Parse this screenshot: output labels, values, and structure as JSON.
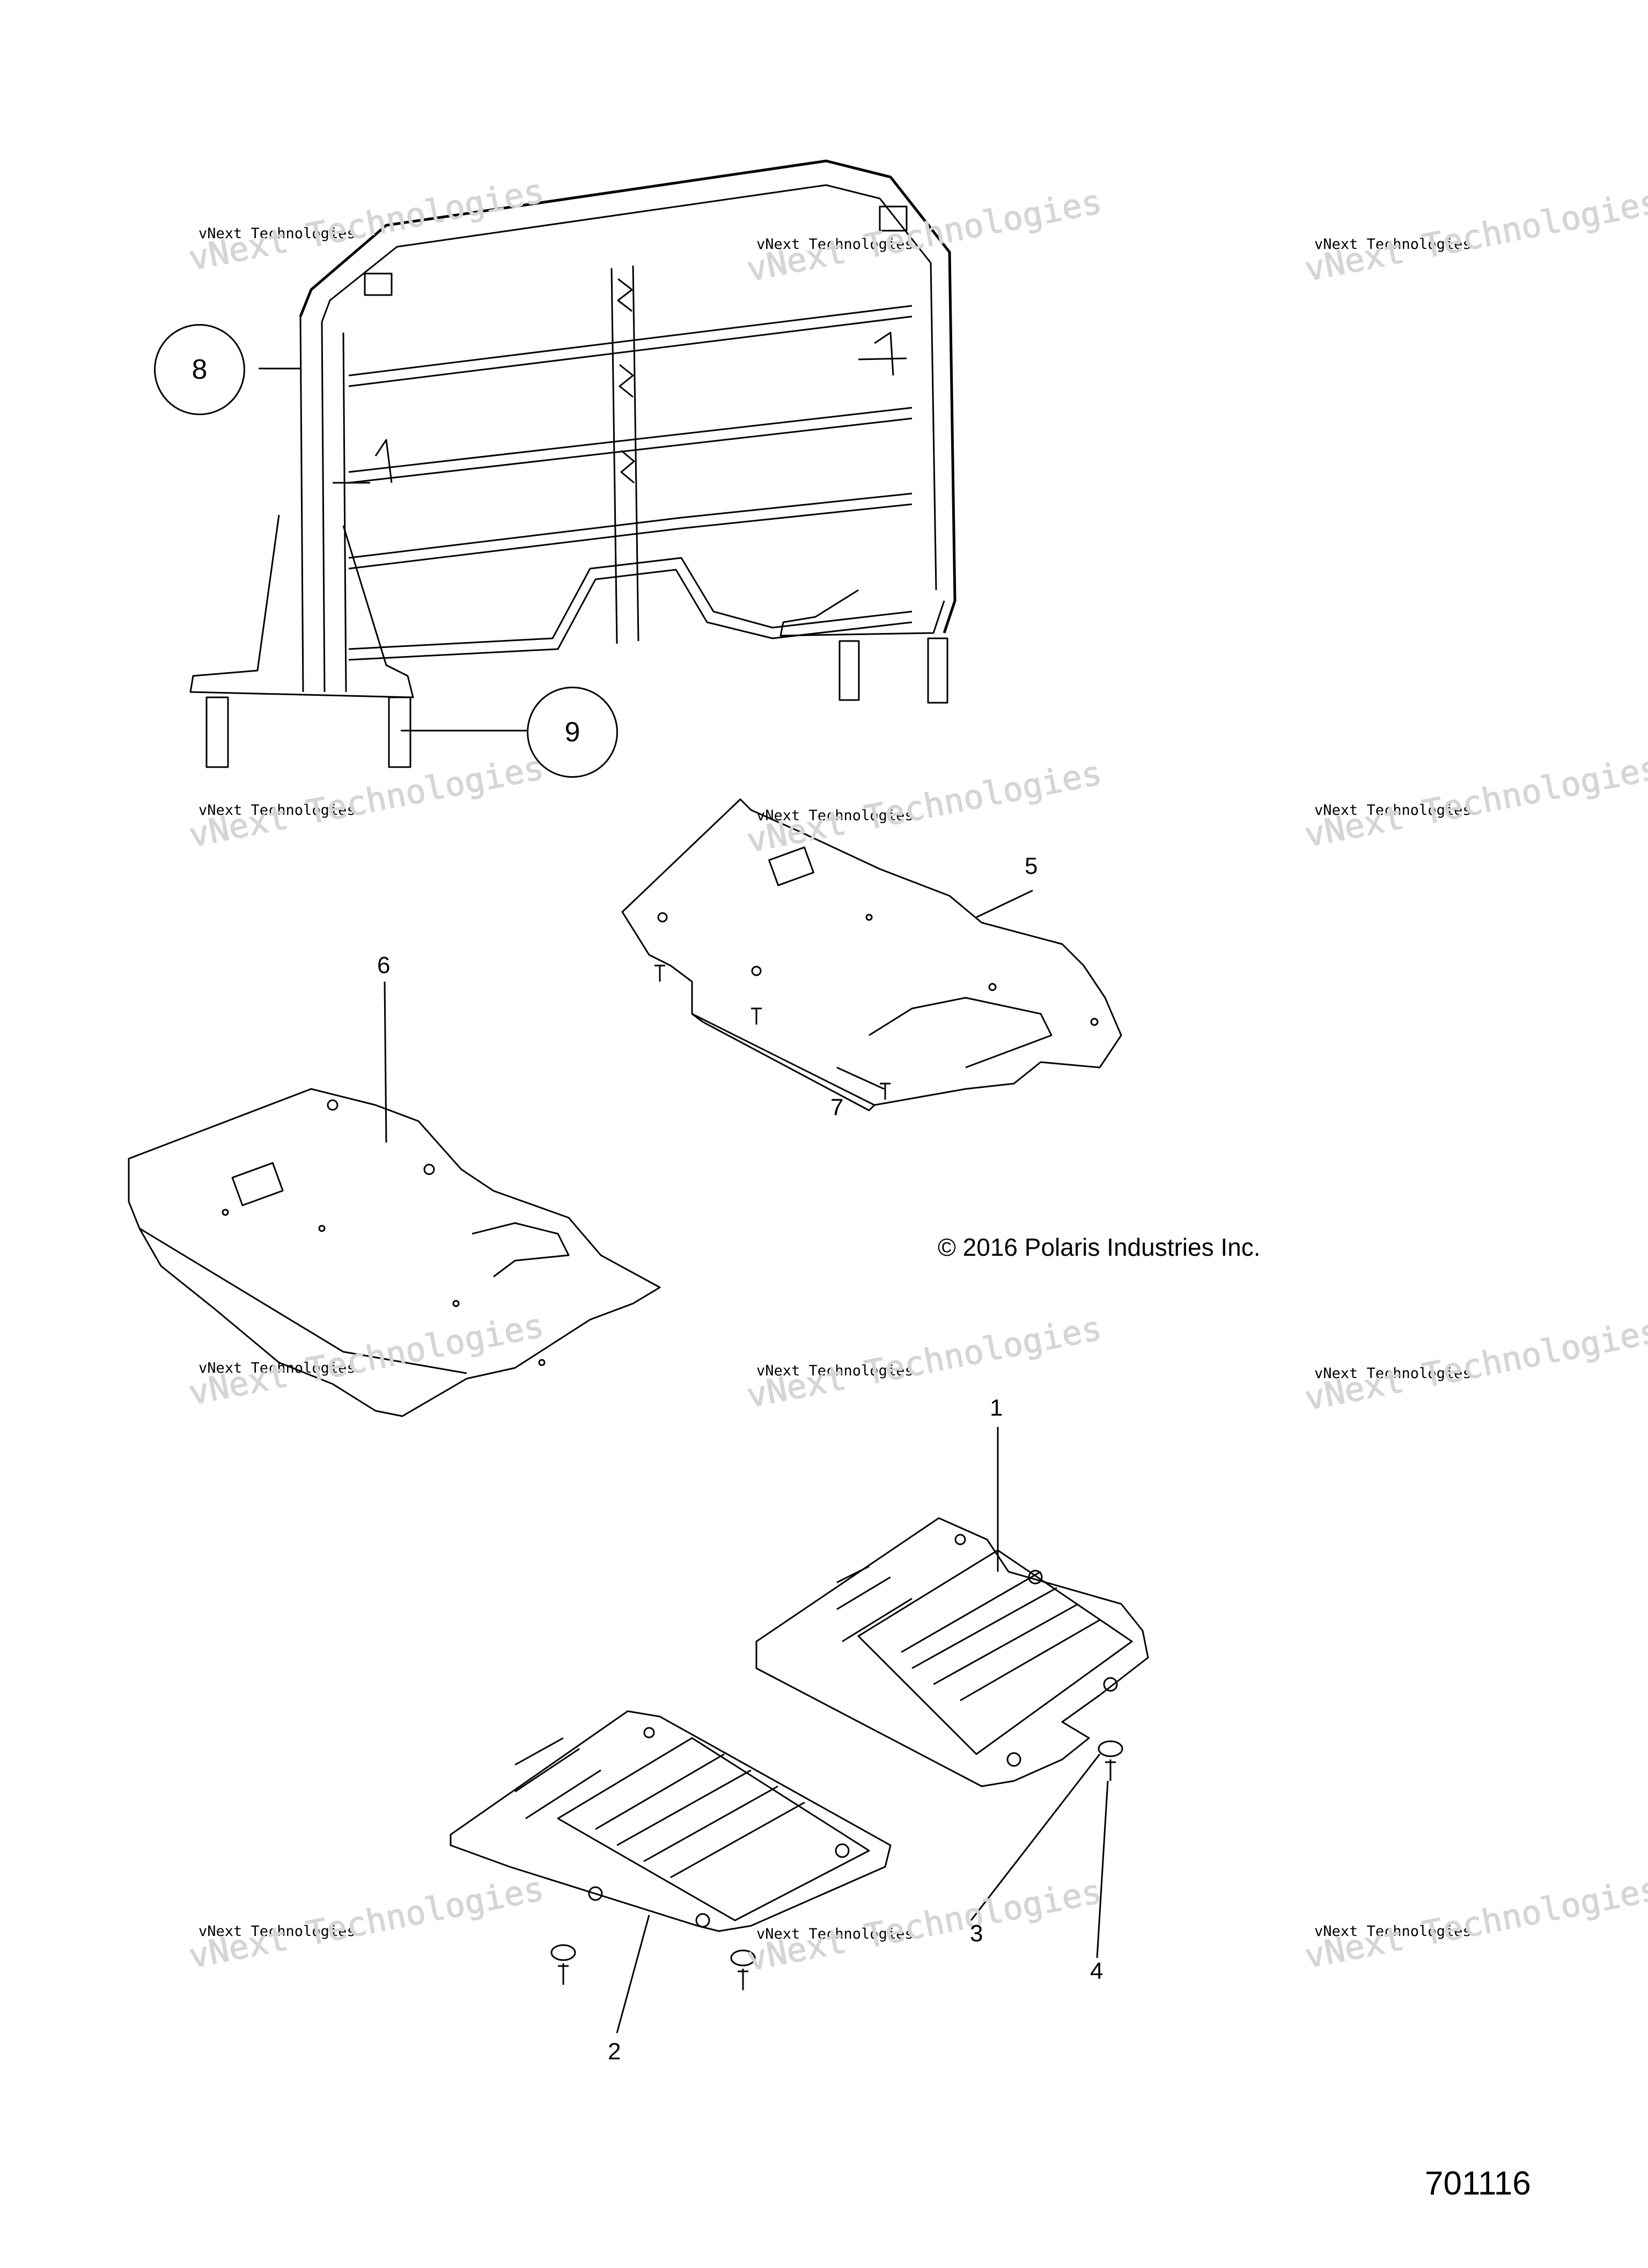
{
  "callouts": {
    "c1": "1",
    "c2": "2",
    "c3": "3",
    "c4": "4",
    "c5": "5",
    "c6": "6",
    "c7": "7",
    "c8": "8",
    "c9": "9"
  },
  "copyright": "© 2016 Polaris Industries Inc.",
  "diagram_id": "701116",
  "watermark": {
    "line1": "vNext Technologies",
    "line2": "vNext Technologies"
  },
  "colors": {
    "line": "#000000",
    "watermark": "#d6d6d6",
    "background": "#ffffff"
  }
}
